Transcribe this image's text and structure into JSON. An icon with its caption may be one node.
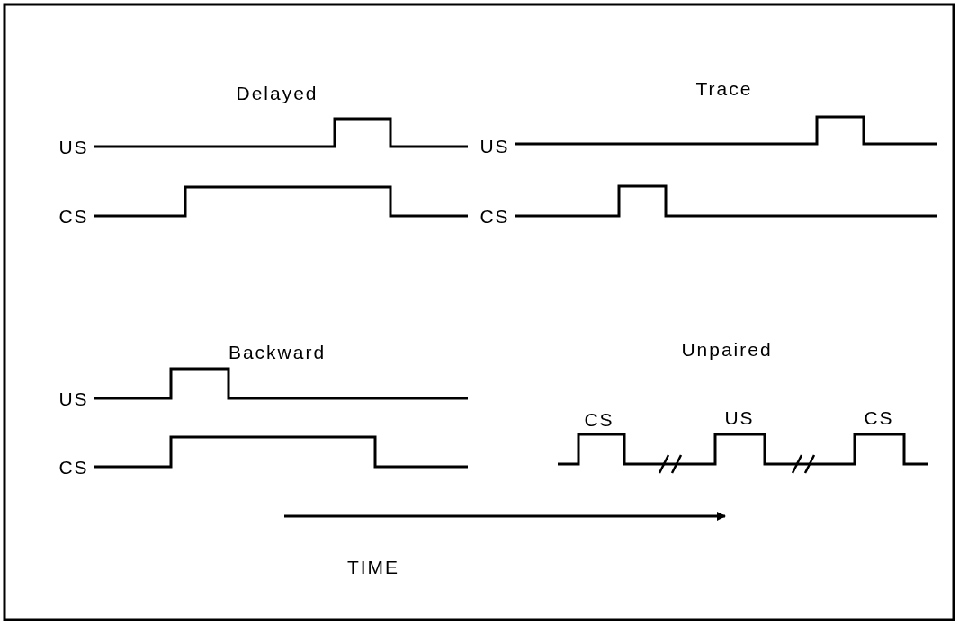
{
  "diagram": {
    "labels": [
      "Delayed",
      "US",
      "CS",
      "Trace",
      "US",
      "CS",
      "Backward",
      "US",
      "CS",
      "Unpaired",
      "CS",
      "US",
      "CS",
      "TIME"
    ]
  }
}
